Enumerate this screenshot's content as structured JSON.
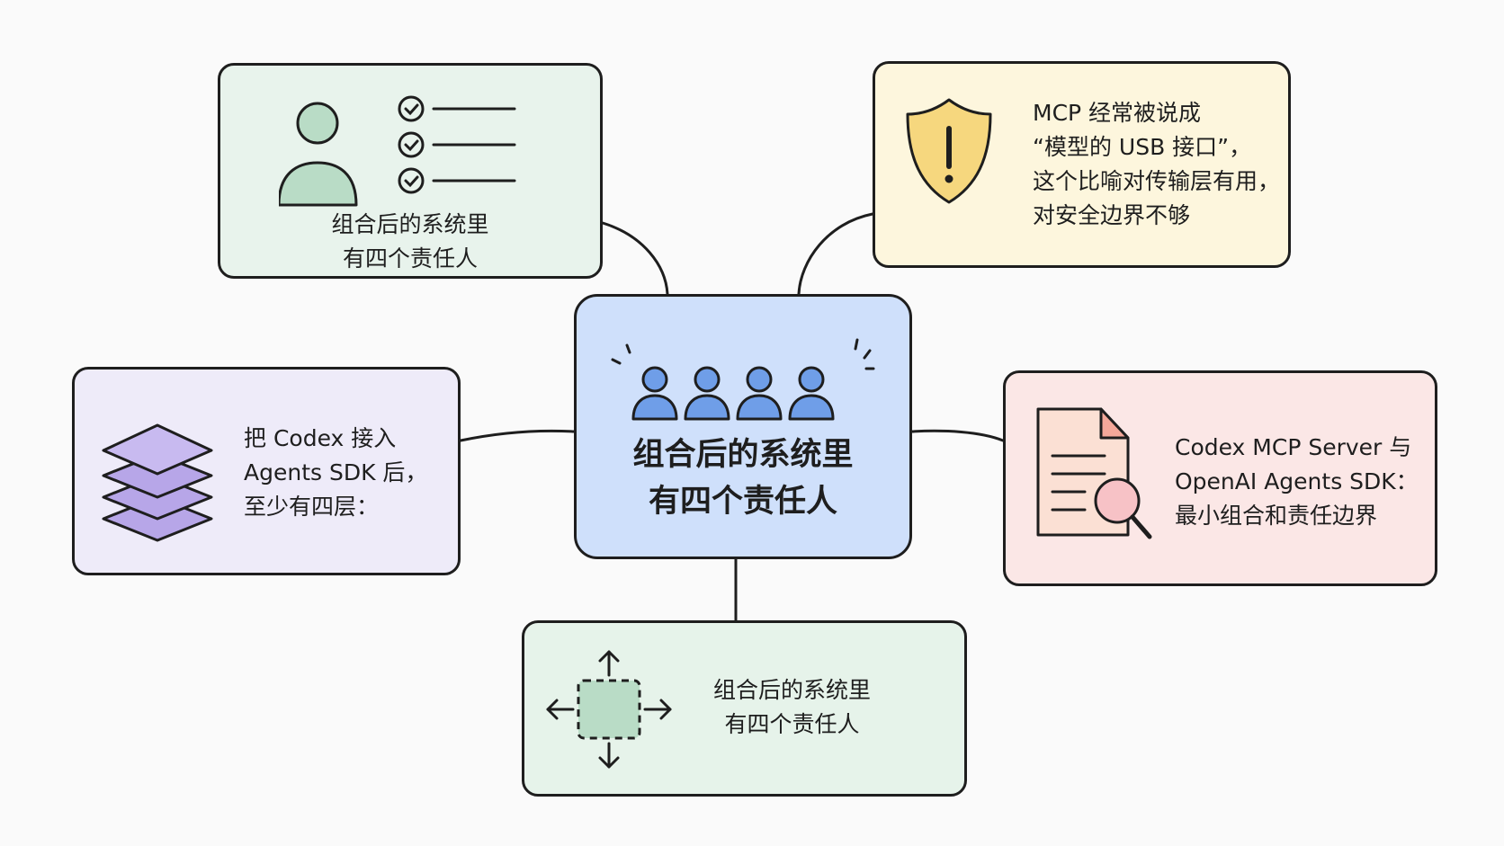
{
  "center": {
    "lines": [
      "组合后的系统里",
      "有四个责任人"
    ],
    "icon": "four-people-icon"
  },
  "top_left": {
    "lines": [
      "组合后的系统里",
      "有四个责任人"
    ],
    "icon": "person-checklist-icon"
  },
  "top_right": {
    "lines": [
      "MCP 经常被说成",
      "“模型的 USB 接口”，",
      "这个比喻对传输层有用，",
      "对安全边界不够"
    ],
    "icon": "warning-shield-icon"
  },
  "left": {
    "lines": [
      "把 Codex 接入",
      "Agents SDK 后，",
      "至少有四层："
    ],
    "icon": "layers-icon"
  },
  "right": {
    "lines": [
      "Codex MCP Server 与",
      "OpenAI Agents SDK：",
      "最小组合和责任边界"
    ],
    "icon": "document-search-icon"
  },
  "bottom": {
    "lines": [
      "组合后的系统里",
      "有四个责任人"
    ],
    "icon": "boundary-arrows-icon"
  },
  "colors": {
    "center": "#cfe0fb",
    "green": "#e8f3ec",
    "yellow": "#fdf6dd",
    "purple": "#eeebf9",
    "pink": "#fbe7e6",
    "outline": "#1e1e1e"
  }
}
